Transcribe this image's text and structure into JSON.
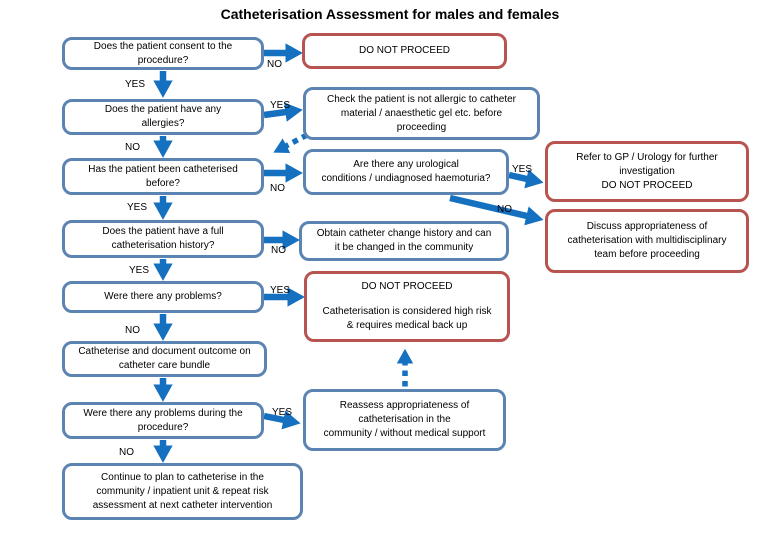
{
  "title": "Catheterisation Assessment for males and females",
  "labels": {
    "yes": "YES",
    "no": "NO"
  },
  "colors": {
    "blue_box_border": "#5b84b2",
    "red_box_border": "#b85450",
    "arrow_blue": "#1570bf",
    "text": "#000000",
    "background": "#ffffff"
  },
  "nodes": {
    "consent": {
      "lines": [
        "Does the patient consent to the",
        "procedure?"
      ]
    },
    "do_not_proceed_top": {
      "lines": [
        "DO NOT PROCEED"
      ]
    },
    "allergies": {
      "lines": [
        "Does the patient have any",
        "allergies?"
      ]
    },
    "check_allergy": {
      "lines": [
        "Check the patient is not allergic to catheter",
        "material / anaesthetic gel etc. before",
        "proceeding"
      ]
    },
    "catheterised_before": {
      "lines": [
        "Has the patient been catheterised",
        "before?"
      ]
    },
    "urological": {
      "lines": [
        "Are there any urological",
        "conditions / undiagnosed haemoturia?"
      ]
    },
    "refer_gp": {
      "lines": [
        "Refer to GP / Urology for further",
        "investigation",
        "DO NOT PROCEED"
      ]
    },
    "obtain_history": {
      "lines": [
        "Obtain catheter change history and can",
        "it be changed in the community"
      ]
    },
    "discuss_mdt": {
      "lines": [
        "Discuss appropriateness of",
        "catheterisation with multidisciplinary",
        "team before proceeding"
      ]
    },
    "full_history": {
      "lines": [
        "Does the patient have a full",
        "catheterisation history?"
      ]
    },
    "any_problems": {
      "lines": [
        "Were there any problems?"
      ]
    },
    "high_risk": {
      "heading": "DO NOT PROCEED",
      "lines": [
        "Catheterisation is considered high risk",
        "& requires medical back up"
      ]
    },
    "catheterise_document": {
      "lines": [
        "Catheterise and document outcome on",
        "catheter care bundle"
      ]
    },
    "problems_during": {
      "lines": [
        "Were there any problems during the",
        "procedure?"
      ]
    },
    "reassess": {
      "lines": [
        "Reassess appropriateness of",
        "catheterisation in the",
        "community / without medical support"
      ]
    },
    "continue_plan": {
      "lines": [
        "Continue to plan to catheterise in the",
        "community / inpatient unit & repeat risk",
        "assessment at next catheter intervention"
      ]
    }
  }
}
